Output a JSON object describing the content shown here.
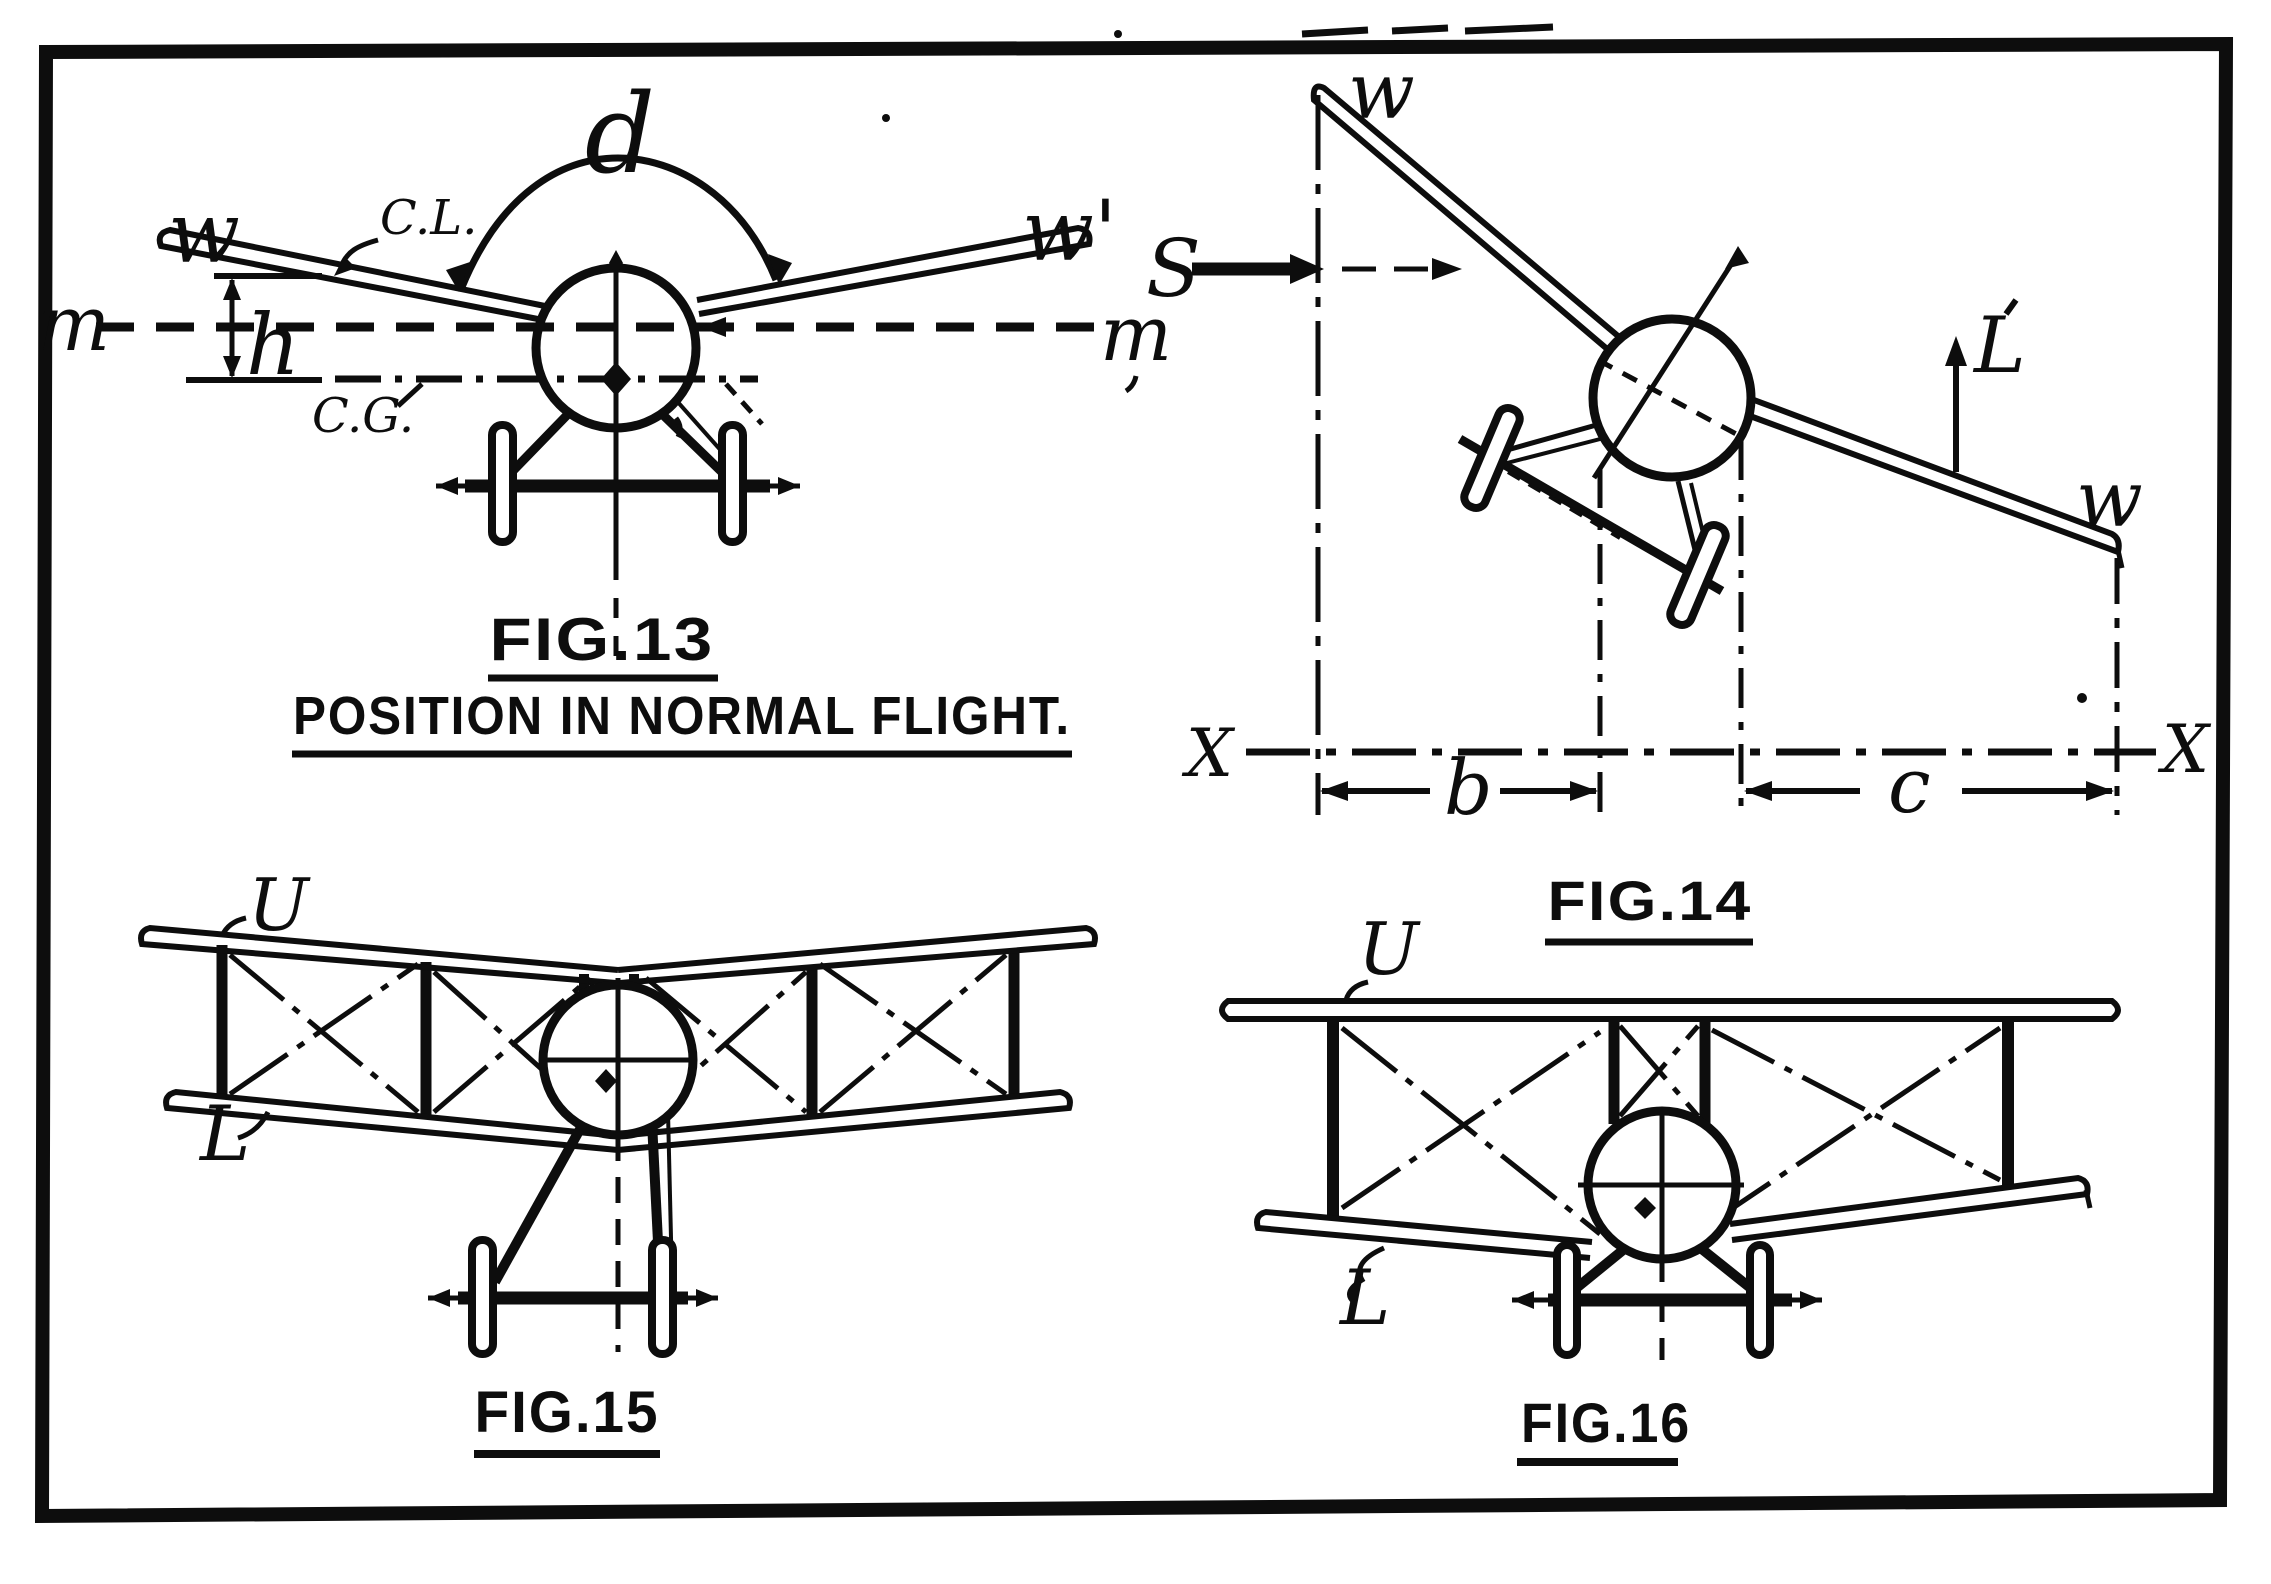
{
  "fig13": {
    "caption": "FIG.13",
    "subcaption": "POSITION IN NORMAL FLIGHT.",
    "labels": {
      "wing_left": "w",
      "wing_right": "w'",
      "chord_line": "C.L.",
      "dihedral": "d",
      "axis_left": "m",
      "axis_right": "m",
      "height": "h",
      "cg": "C.G."
    }
  },
  "fig14": {
    "caption": "FIG.14",
    "labels": {
      "wing_top": "w",
      "wing_right": "w",
      "sideforce": "S",
      "lift": "L",
      "axis_left": "X",
      "axis_right": "X",
      "dim_b": "b",
      "dim_c": "c"
    }
  },
  "fig15": {
    "caption": "FIG.15",
    "labels": {
      "upper": "U",
      "lower": "L"
    }
  },
  "fig16": {
    "caption": "FIG.16",
    "labels": {
      "upper": "U",
      "lower": "L"
    }
  }
}
